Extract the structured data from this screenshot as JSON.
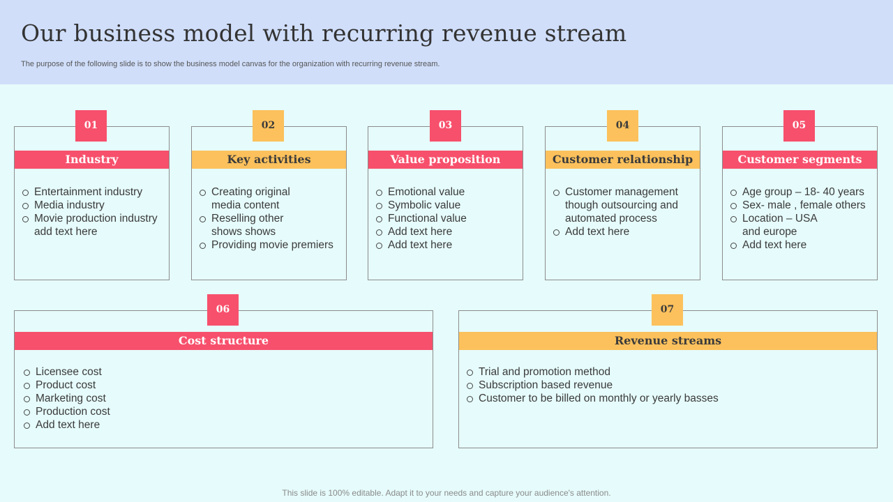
{
  "slide": {
    "title": "Our business model with recurring revenue stream",
    "subtitle": "The purpose of the following slide is to show the business model canvas for the organization with recurring revenue stream.",
    "footer": "This slide is 100% editable. Adapt it to your needs and capture your audience's attention."
  },
  "colors": {
    "header_bg": "#d0defa",
    "page_bg": "#e6fbfb",
    "pink": "#f7506c",
    "yellow": "#fcc15c"
  },
  "cards": [
    {
      "number": "01",
      "heading": "Industry",
      "accent": "pink",
      "bullets": [
        "Entertainment industry",
        "Media industry",
        "Movie production industry\nadd text here"
      ]
    },
    {
      "number": "02",
      "heading": "Key activities",
      "accent": "yellow",
      "bullets": [
        "Creating original\nmedia content",
        "Reselling other\nshows shows",
        "Providing movie premiers"
      ]
    },
    {
      "number": "03",
      "heading": "Value proposition",
      "accent": "pink",
      "bullets": [
        "Emotional value",
        "Symbolic value",
        "Functional value",
        "Add text here",
        "Add text here"
      ]
    },
    {
      "number": "04",
      "heading": "Customer relationship",
      "accent": "yellow",
      "bullets": [
        "Customer management\nthough outsourcing and\nautomated process",
        "Add text here"
      ]
    },
    {
      "number": "05",
      "heading": "Customer segments",
      "accent": "pink",
      "bullets": [
        "Age group – 18- 40 years",
        "Sex- male , female others",
        "Location – USA\nand europe",
        "Add text here"
      ]
    },
    {
      "number": "06",
      "heading": "Cost structure",
      "accent": "pink",
      "bullets": [
        "Licensee cost",
        "Product cost",
        "Marketing cost",
        "Production cost",
        "Add text here"
      ]
    },
    {
      "number": "07",
      "heading": "Revenue streams",
      "accent": "yellow",
      "bullets": [
        "Trial and promotion method",
        "Subscription based revenue",
        "Customer to be billed on  monthly  or yearly basses"
      ]
    }
  ]
}
